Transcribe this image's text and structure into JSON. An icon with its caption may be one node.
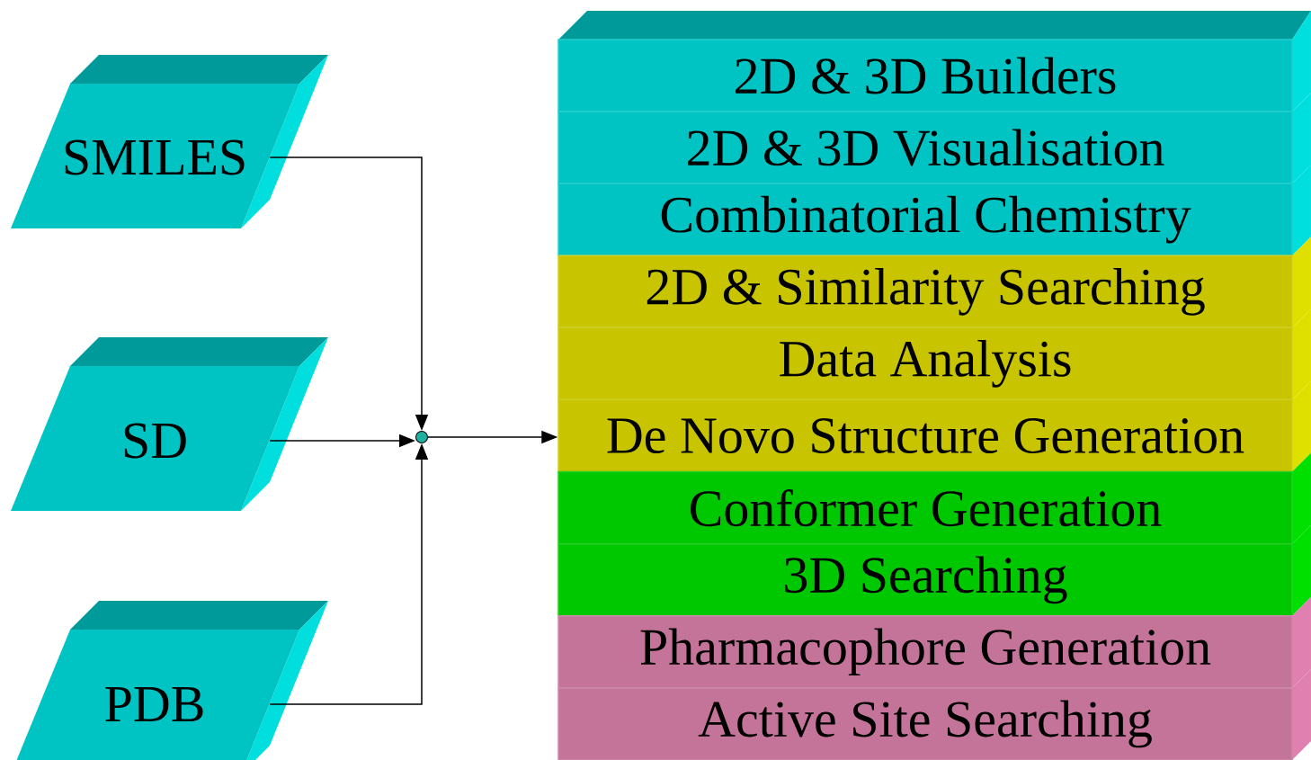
{
  "diagram": {
    "nodes": [
      {
        "text": [
          "SMILES"
        ]
      },
      {
        "text": [
          "SD"
        ]
      },
      {
        "text": [
          "PDB"
        ]
      },
      {
        "text": [],
        "shape": "circle"
      },
      {
        "text": [
          "2D & 3D Builders"
        ]
      },
      {
        "text": [
          "2D & 3D Visualisation"
        ]
      },
      {
        "text": [
          "Combinatorial Chemistry"
        ]
      },
      {
        "text": [
          "2D & Similarity Searching"
        ]
      },
      {
        "text": [
          "Data Analysis"
        ]
      },
      {
        "text": [
          "De Novo Structure Generation"
        ]
      },
      {
        "text": [
          "Conformer Generation"
        ]
      },
      {
        "text": [
          "3D Searching"
        ]
      },
      {
        "text": [
          "Pharmacophore Generation"
        ]
      },
      {
        "text": [
          "Active Site Searching"
        ]
      }
    ],
    "edges": [
      {
        "from": 0,
        "to": 3,
        "arrow": "to"
      },
      {
        "from": 1,
        "to": 3,
        "arrow": "to"
      },
      {
        "from": 2,
        "to": 3,
        "arrow": "to"
      },
      {
        "from": 3,
        "to": 9,
        "arrow": "to"
      }
    ]
  }
}
